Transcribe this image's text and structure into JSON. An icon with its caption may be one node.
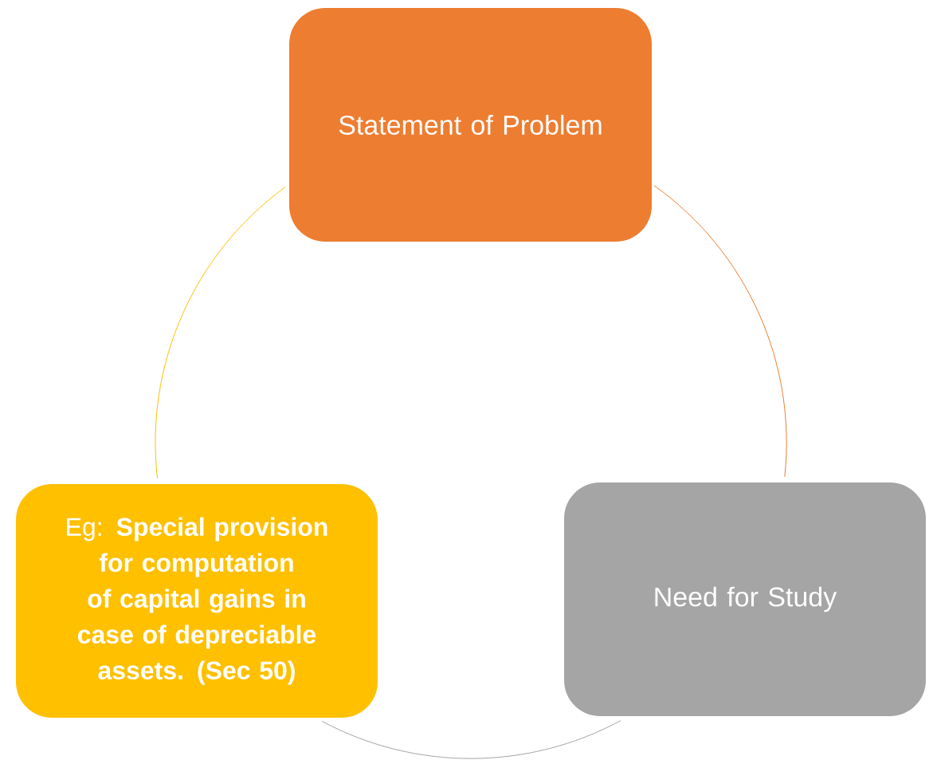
{
  "diagram": {
    "nodes": [
      {
        "text": [
          "Statement of Problem"
        ]
      },
      {
        "text": [
          "Need for Study"
        ]
      },
      {
        "text": [
          "Eg: **Special provision for computation of capital gains in case of depreciable assets. (Sec 50)**"
        ]
      }
    ],
    "edges": [
      {
        "from": 0,
        "to": 1,
        "arrow": "none",
        "color": "#ed7d31"
      },
      {
        "from": 1,
        "to": 2,
        "arrow": "none",
        "color": "#a5a5a5"
      },
      {
        "from": 2,
        "to": 0,
        "arrow": "none",
        "color": "#ffc000"
      }
    ]
  }
}
